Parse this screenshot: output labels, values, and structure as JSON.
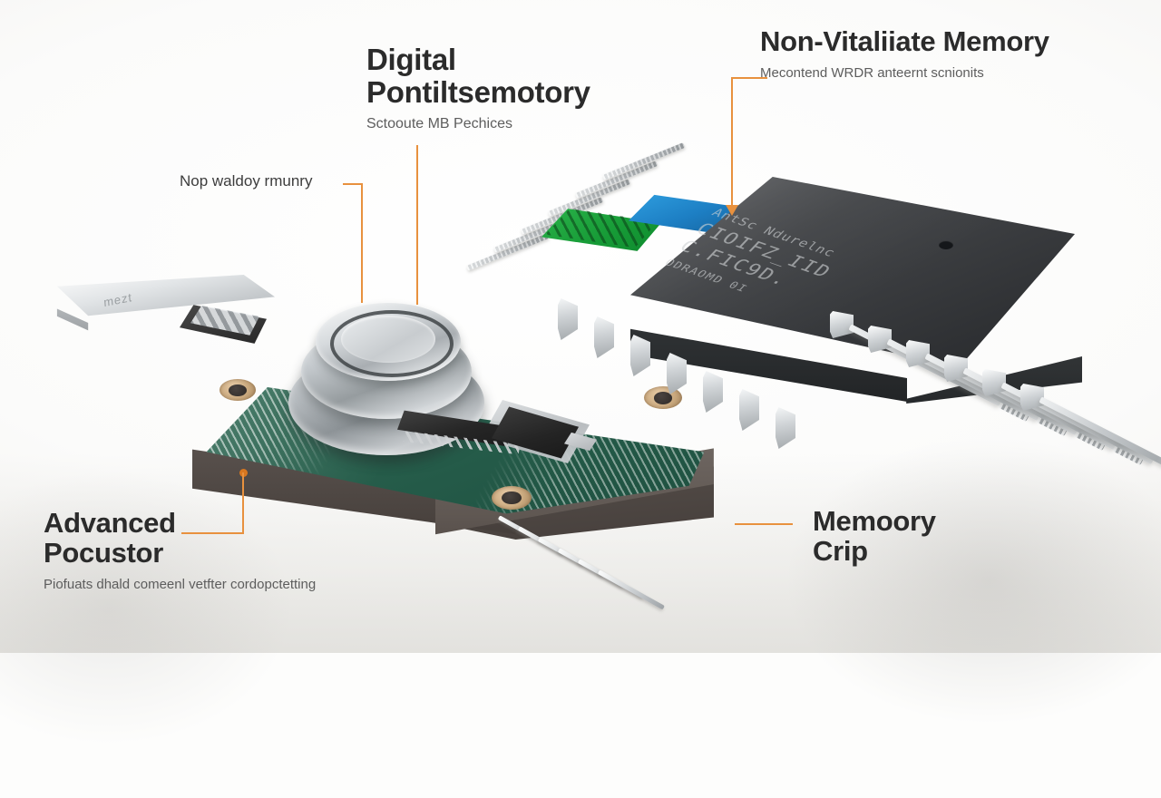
{
  "scene": {
    "background_color": "#fdfdfc",
    "accent_color": "#e8913e",
    "title_color": "#2b2b2b",
    "subtitle_color": "#5d5d5d"
  },
  "annotations": [
    {
      "id": "digital-pontiltsemotory",
      "title_line1": "Digital",
      "title_line2": "Pontiltsemotory",
      "subtitle": "Sctooute MB Pechices",
      "leader": "vertical-down"
    },
    {
      "id": "non-vitaliiate-memory",
      "title_line1": "Non-Vitaliiate Memory",
      "title_line2": "",
      "subtitle": "Mecontend WRDR anteernt scnionits",
      "leader": "elbow-down-arrow"
    },
    {
      "id": "nop-waldoy-rmunry",
      "title_line1": "Nop waldoy rmunry",
      "title_line2": "",
      "subtitle": "",
      "leader": "elbow-right-down"
    },
    {
      "id": "advanced-pocustor",
      "title_line1": "Advanced",
      "title_line2": "Pocustor",
      "subtitle": "Piofuats dhald comeenl vetfter cordopctetting",
      "leader": "elbow-right-up-dot"
    },
    {
      "id": "memoory-crip",
      "title_line1": "Memoory",
      "title_line2": "Crip",
      "subtitle": "",
      "leader": "horizontal-left"
    }
  ],
  "hardware": {
    "module": {
      "name": "sensor-module-pcb",
      "base_color": "#5a524e",
      "pcb_color": "#2b6450",
      "pad_color": "#c9a87d",
      "metal_tab_text": "mezt"
    },
    "memory_chip": {
      "name": "memory-ic-package",
      "body_color": "#3a3c3f",
      "marking_line1": "AntSc Ndurelnc",
      "marking_line2": "CIOIFZ_IID",
      "marking_line3": "C.FIC9D.",
      "marking_line4": "ODRAOMD 0I",
      "sub_board_green": "#169a36",
      "sub_board_blue": "#1d7fc4",
      "lead_color": "#c6cacd"
    }
  }
}
